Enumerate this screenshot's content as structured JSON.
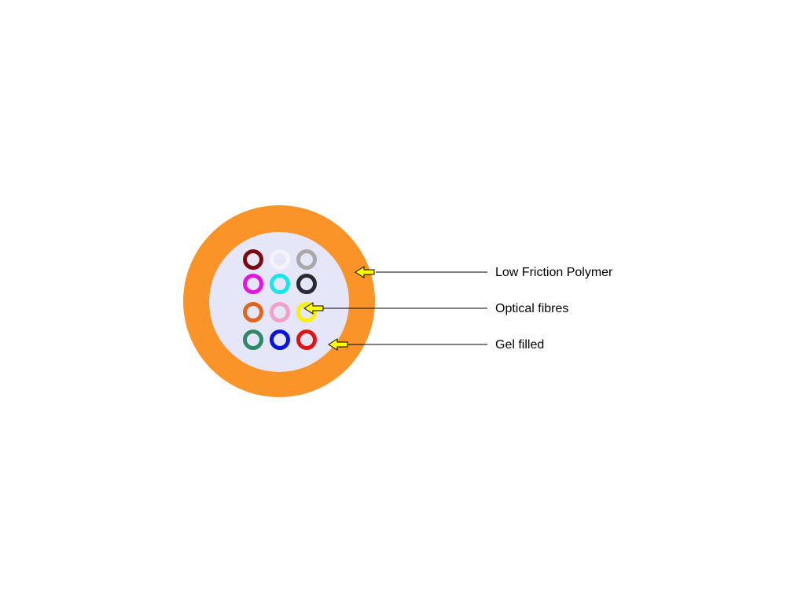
{
  "labels": {
    "low_friction_polymer": "Low Friction Polymer",
    "optical_fibres": "Optical fibres",
    "gel_filled": "Gel filled"
  },
  "colors": {
    "outer_jacket": "#fa9428",
    "gel_fill": "#e5e6f8",
    "arrow_fill": "#ffff00",
    "leader_line": "#000000"
  },
  "fibres": [
    {
      "name": "brown",
      "color": "#7a0a14"
    },
    {
      "name": "white",
      "color": "#f4f4f8"
    },
    {
      "name": "grey",
      "color": "#a8a8a8"
    },
    {
      "name": "violet",
      "color": "#e612e0"
    },
    {
      "name": "aqua",
      "color": "#16e6e6"
    },
    {
      "name": "black",
      "color": "#2a2a33"
    },
    {
      "name": "orange",
      "color": "#e0661e"
    },
    {
      "name": "rose",
      "color": "#f2a0c8"
    },
    {
      "name": "yellow",
      "color": "#f6f200"
    },
    {
      "name": "green",
      "color": "#2e8a66"
    },
    {
      "name": "blue",
      "color": "#0a14d8"
    },
    {
      "name": "red",
      "color": "#e01414"
    }
  ]
}
